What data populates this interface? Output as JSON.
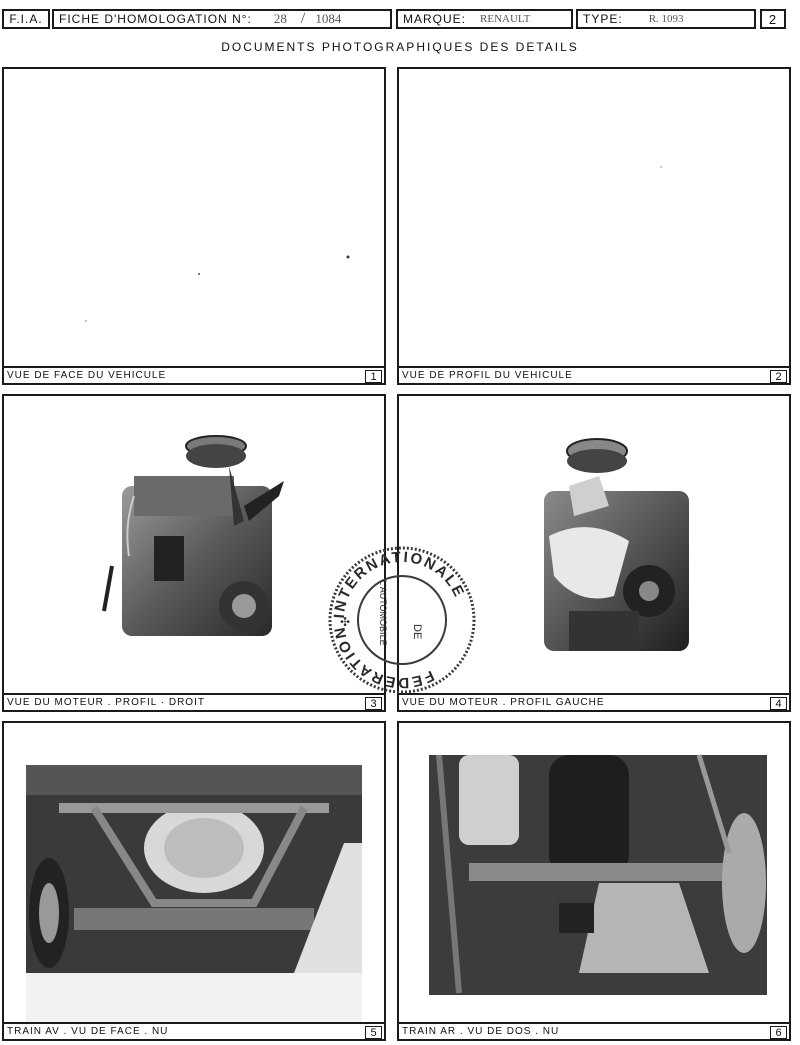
{
  "header": {
    "fia": "F.I.A.",
    "fiche_label": "FICHE D'HOMOLOGATION N°:",
    "fiche_a": "28",
    "fiche_sep": "/",
    "fiche_b": "1084",
    "marque_label": "MARQUE:",
    "marque_value": "RENAULT",
    "type_label": "TYPE:",
    "type_value": "R. 1093",
    "page": "2"
  },
  "subtitle": "DOCUMENTS PHOTOGRAPHIQUES DES DETAILS",
  "panels": [
    {
      "caption": "VUE DE FACE DU VEHICULE",
      "num": "1"
    },
    {
      "caption": "VUE DE PROFIL DU VEHICULE",
      "num": "2"
    },
    {
      "caption": "VUE DU MOTEUR . PROFIL · DROIT",
      "num": "3"
    },
    {
      "caption": "VUE DU MOTEUR . PROFIL GAUCHE",
      "num": "4"
    },
    {
      "caption": "TRAIN AV . VU DE FACE . NU",
      "num": "5"
    },
    {
      "caption": "TRAIN AR . VU DE DOS . NU",
      "num": "6"
    }
  ],
  "stamp": {
    "outer_text": "FEDERATION INTERNATIONALE",
    "inner_top": "DE",
    "inner_bottom": "L'AUTOMOBILE"
  }
}
